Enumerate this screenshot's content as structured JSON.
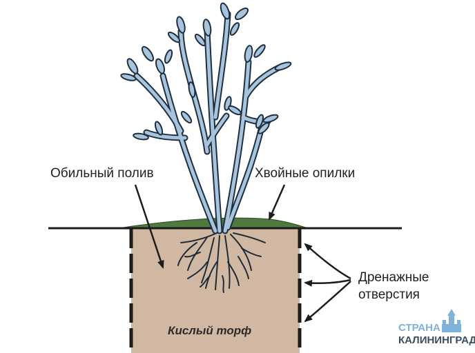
{
  "labels": {
    "watering": "Обильный полив",
    "sawdust": "Хвойные опилки",
    "drainage_line1": "Дренажные",
    "drainage_line2": "отверстия",
    "peat": "Кислый торф"
  },
  "watermark": {
    "line1": "СТРАНА",
    "line2": "КАЛИНИНГРАД"
  },
  "colors": {
    "peat_fill": "#d1b8a2",
    "mulch_fill": "#4f7a3f",
    "plant_fill": "#a8c4dc",
    "plant_stroke": "#1e2e3e",
    "outline": "#1c1c1c",
    "watermark_blue": "#7fb2d8",
    "watermark_dark": "#3a4f63"
  },
  "icons": {
    "plant": "blueberry-bush-icon",
    "roots": "roots-icon",
    "watermark_logo": "castle-logo-icon"
  }
}
